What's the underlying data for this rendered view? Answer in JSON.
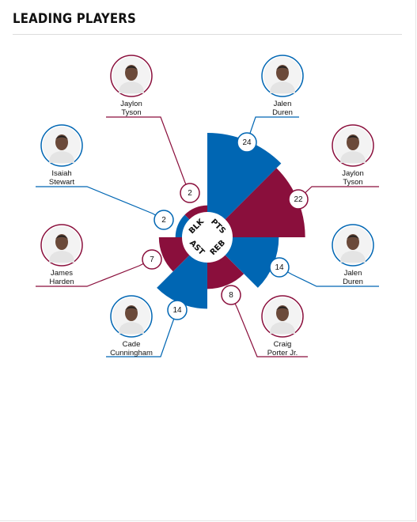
{
  "section_title": "LEADING PLAYERS",
  "colors": {
    "home": "#0066b3",
    "away": "#8a0f3c",
    "leader_line_home": "#0066b3",
    "leader_line_away": "#8a0f3c"
  },
  "center_labels": {
    "pts": "PTS",
    "reb": "REB",
    "ast": "AST",
    "blk": "BLK"
  },
  "chart_data": {
    "type": "polar-bar",
    "categories": [
      "PTS",
      "REB",
      "AST",
      "BLK"
    ],
    "series": [
      {
        "name": "",
        "team": "home",
        "values": [
          24,
          14,
          14,
          2
        ],
        "players": [
          {
            "first": "Jalen",
            "last": "Duren",
            "stat": "PTS",
            "value": 24
          },
          {
            "first": "Jalen",
            "last": "Duren",
            "stat": "REB",
            "value": 14
          },
          {
            "first": "Cade",
            "last": "Cunningham",
            "stat": "AST",
            "value": 14
          },
          {
            "first": "Isaiah",
            "last": "Stewart",
            "stat": "BLK",
            "value": 2
          }
        ]
      },
      {
        "name": "",
        "team": "away",
        "values": [
          22,
          8,
          7,
          2
        ],
        "players": [
          {
            "first": "Jaylon",
            "last": "Tyson",
            "stat": "PTS",
            "value": 22
          },
          {
            "first": "Craig",
            "last": "Porter Jr.",
            "stat": "REB",
            "value": 8
          },
          {
            "first": "James",
            "last": "Harden",
            "stat": "AST",
            "value": 7
          },
          {
            "first": "Jaylon",
            "last": "Tyson",
            "stat": "BLK",
            "value": 2
          }
        ]
      }
    ]
  }
}
